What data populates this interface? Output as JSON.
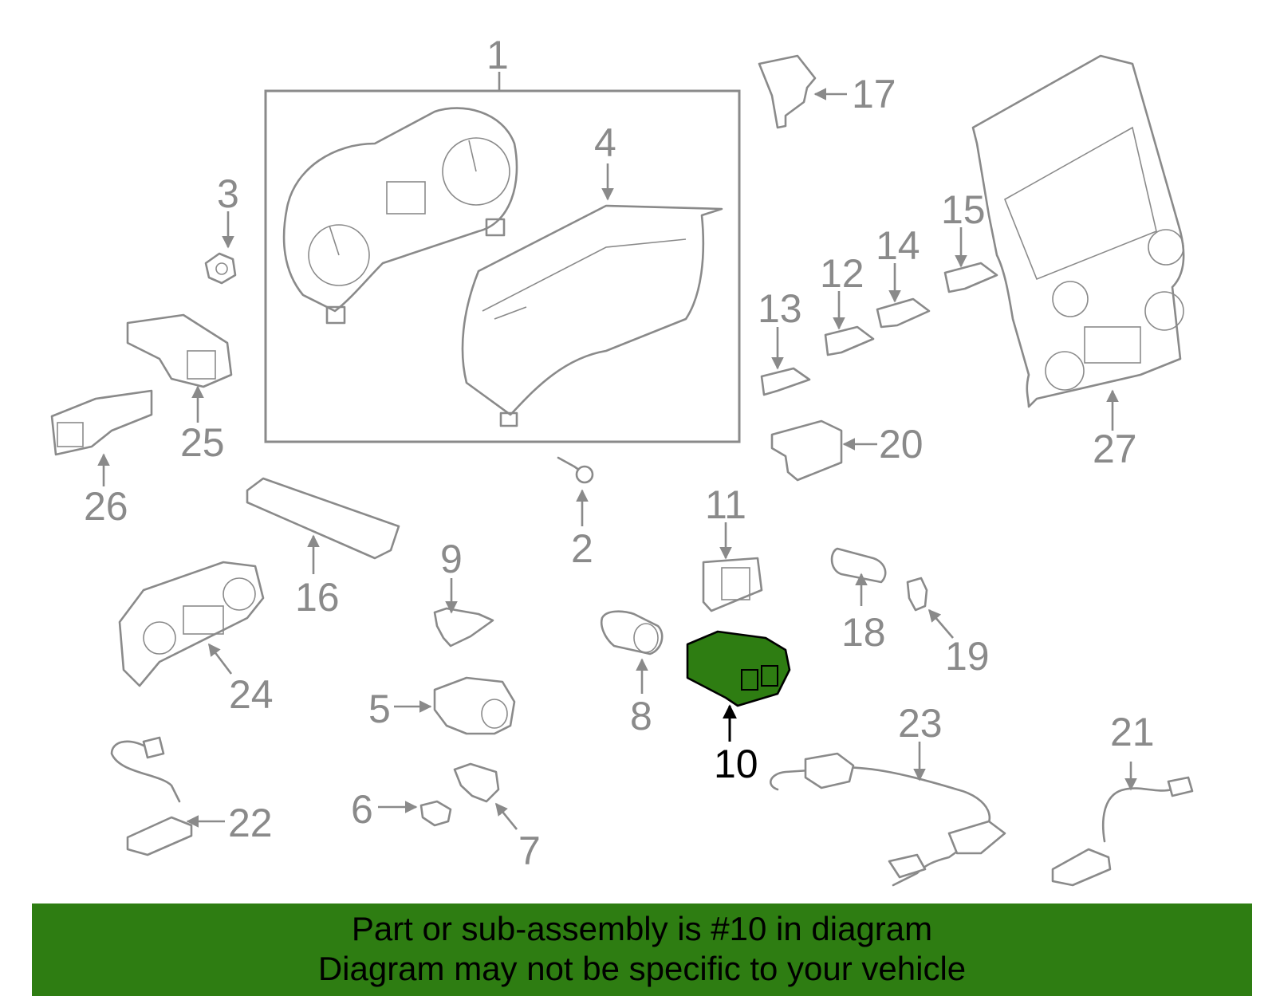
{
  "colors": {
    "highlight": "#2e7d12",
    "banner": "#2e7d12",
    "line_art": "#8a8a8a",
    "caption_text": "#000000"
  },
  "callouts": {
    "c1": "1",
    "c2": "2",
    "c3": "3",
    "c4": "4",
    "c5": "5",
    "c6": "6",
    "c7": "7",
    "c8": "8",
    "c9": "9",
    "c10": "10",
    "c11": "11",
    "c12": "12",
    "c13": "13",
    "c14": "14",
    "c15": "15",
    "c16": "16",
    "c17": "17",
    "c18": "18",
    "c19": "19",
    "c20": "20",
    "c21": "21",
    "c22": "22",
    "c23": "23",
    "c24": "24",
    "c25": "25",
    "c26": "26",
    "c27": "27"
  },
  "highlighted_part": "10",
  "caption": {
    "line1": "Part or sub-assembly is #10 in diagram",
    "line2": "Diagram may not be specific to your vehicle"
  }
}
